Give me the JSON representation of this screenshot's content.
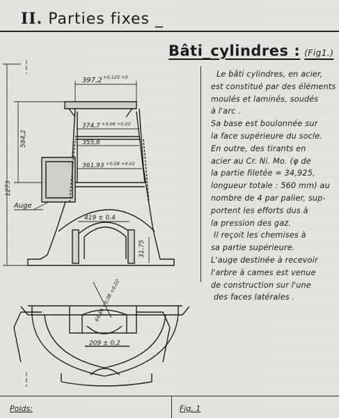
{
  "page": {
    "section_title_num": "II.",
    "section_title_text": "Parties fixes _"
  },
  "section": {
    "heading": "Bâti_cylindres :",
    "fig_ref": "(Fig1.)"
  },
  "body_lines": [
    "Le bâti cylindres, en acier,",
    "est constitué par des éléments",
    "moulés et laminés, soudés",
    "à l'arc .",
    "Sa base est boulonnée sur",
    "la face supérieure du socle.",
    "En outre, des tirants en",
    "acier au Cr. Ni. Mo. (φ de",
    "la partie filetée = 34,925,",
    "longueur totale : 560 mm) au",
    "nombre de 4 par palier, sup-",
    "portent les efforts dus à",
    "la pression des gaz.",
    "Il reçoit les chemises à",
    "sa partie supérieure.",
    "L'auge destinée à recevoir",
    "l'arbre à cames est venue",
    "de construction sur l'une",
    "des faces latérales ."
  ],
  "drawing": {
    "dim_top_width": "397,2",
    "dim_top_tol": "+0,125 +0",
    "dim_374": "374,7",
    "dim_374_tol": "+0,08 +0,02",
    "dim_355": "355,6",
    "dim_361": "361,93",
    "dim_361_tol": "+0,08 +0,02",
    "dim_584": "584,2",
    "dim_1273": "1273",
    "label_auge": "Auge",
    "dim_419": "419 ± 0,4",
    "dim_3175": "31,75",
    "dim_diag": "64,84 +0,08 +0,02",
    "dim_209": "209 ± 0,2"
  },
  "footer": {
    "poids": "Poids:",
    "fig": "Fig. 1"
  }
}
